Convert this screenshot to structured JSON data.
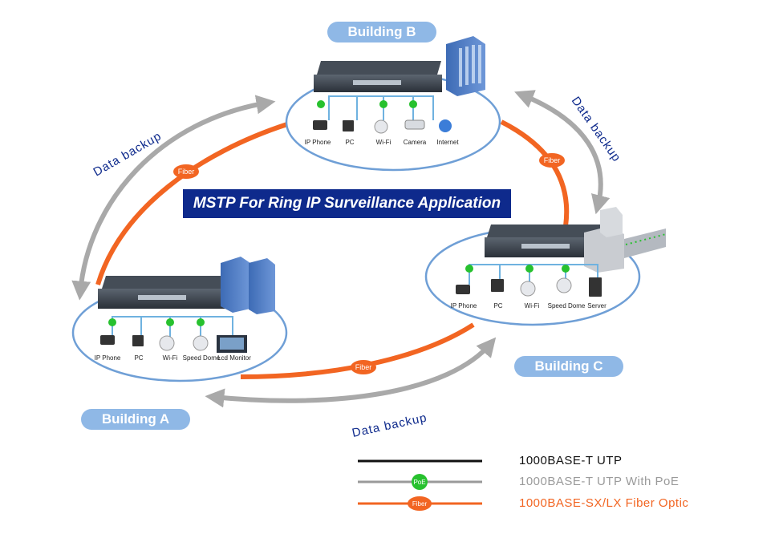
{
  "title": "MSTP For Ring IP Surveillance Application",
  "buildings": {
    "a": {
      "label": "Building A",
      "devices": [
        "IP Phone",
        "PC",
        "Wi-Fi",
        "Speed Dome",
        "Lcd Monitor"
      ]
    },
    "b": {
      "label": "Building B",
      "devices": [
        "IP Phone",
        "PC",
        "Wi-Fi",
        "Camera",
        "Internet"
      ]
    },
    "c": {
      "label": "Building C",
      "devices": [
        "IP Phone",
        "PC",
        "Wi-Fi",
        "Speed Dome",
        "Server"
      ]
    }
  },
  "link_labels": {
    "fiber": "Fiber",
    "poe": "PoE",
    "data_backup": "Data backup"
  },
  "legend": [
    {
      "text": "1000BASE-T UTP",
      "color": "#111111"
    },
    {
      "text": "1000BASE-T UTP With PoE",
      "color": "#9a9a9a",
      "badge": "PoE"
    },
    {
      "text": "1000BASE-SX/LX Fiber Optic",
      "color": "#f26522",
      "badge": "Fiber"
    }
  ],
  "colors": {
    "fiber": "#f26522",
    "poe": "#27c12e",
    "backup_arrow": "#a9a9a9",
    "ring": "#6f9fd6",
    "title_bg": "#0e2a8c"
  }
}
